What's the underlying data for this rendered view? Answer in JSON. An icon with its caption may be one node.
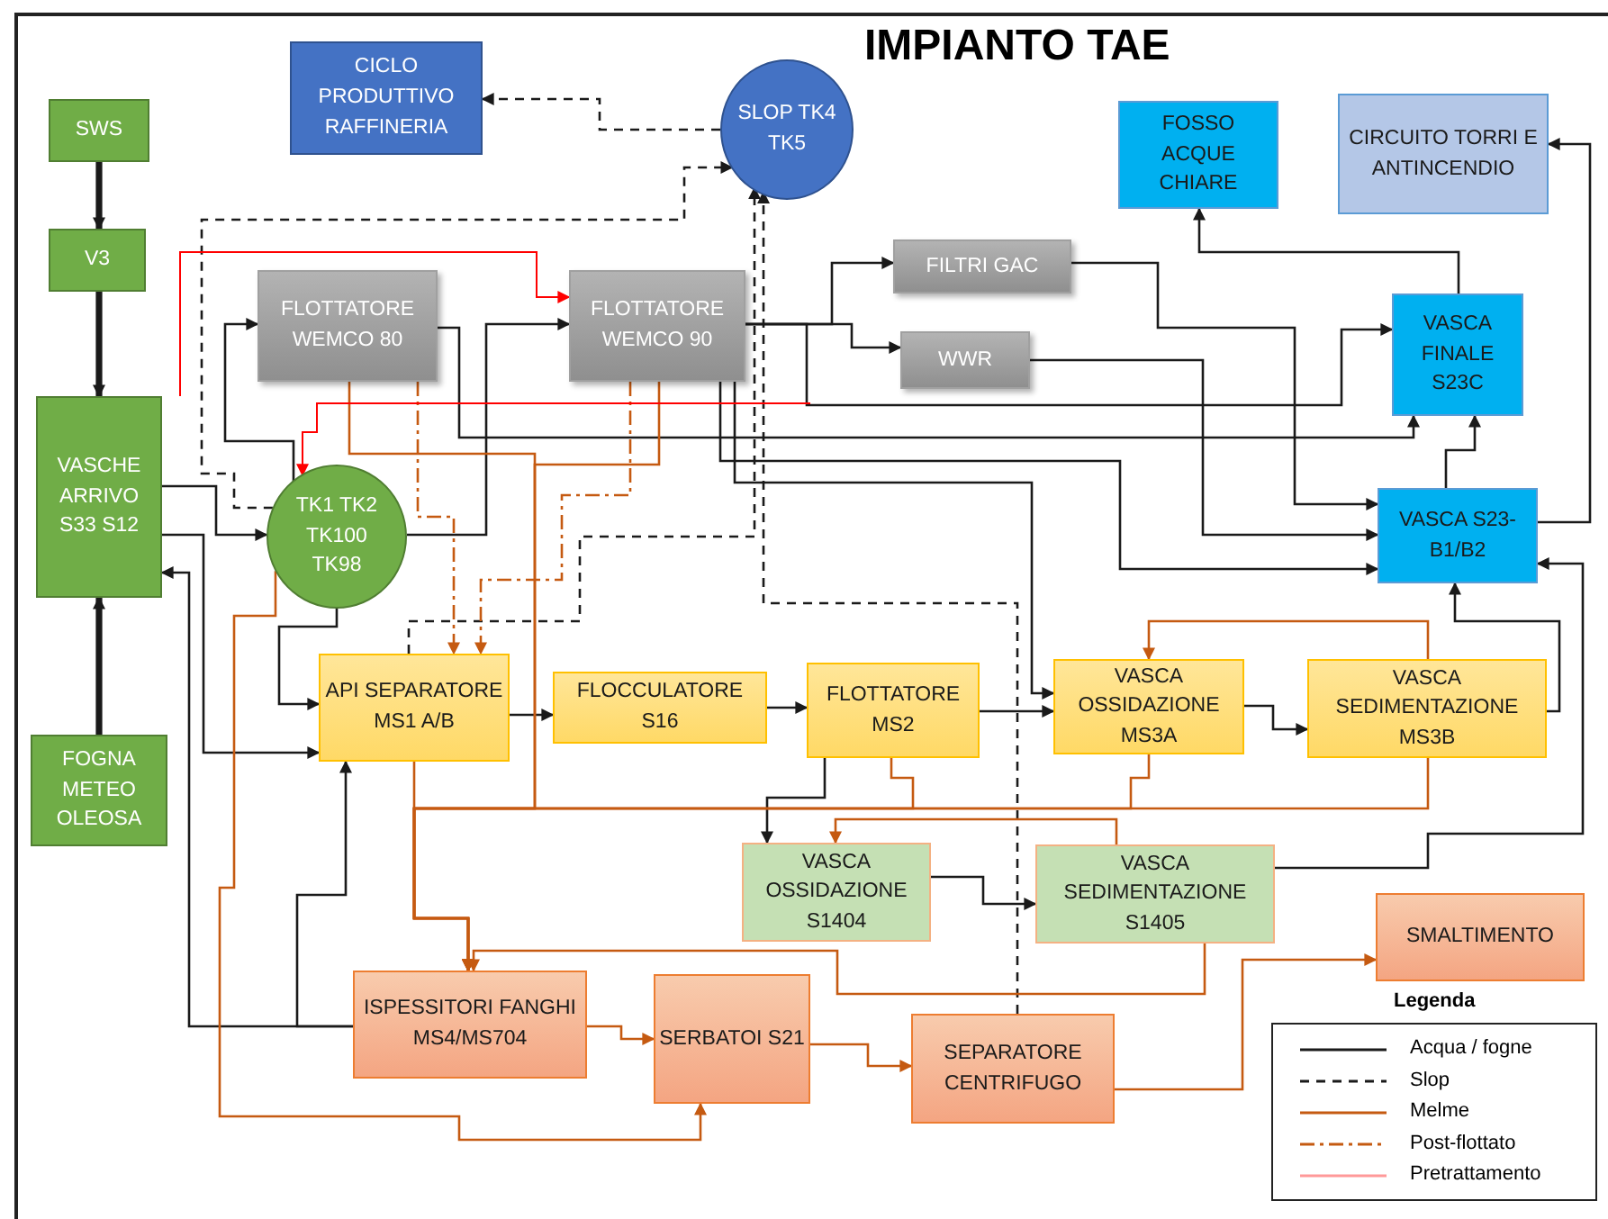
{
  "diagram": {
    "title": "IMPIANTO TAE",
    "nodes": [
      {
        "text": [
          "SWS"
        ]
      },
      {
        "text": [
          "V3"
        ]
      },
      {
        "text": [
          "VASCHE ARRIVO S33 S12"
        ]
      },
      {
        "text": [
          "FOGNA METEO OLEOSA"
        ]
      },
      {
        "text": [
          "CICLO PRODUTTIVO RAFFINERIA"
        ]
      },
      {
        "text": [
          "SLOP TK4 TK5"
        ]
      },
      {
        "text": [
          "FLOTTATORE WEMCO 80"
        ]
      },
      {
        "text": [
          "FLOTTATORE WEMCO 90"
        ]
      },
      {
        "text": [
          "TK1 TK2 TK100 TK98"
        ]
      },
      {
        "text": [
          "FILTRI GAC"
        ]
      },
      {
        "text": [
          "WWR"
        ]
      },
      {
        "text": [
          "FOSSO ACQUE CHIARE"
        ]
      },
      {
        "text": [
          "CIRCUITO TORRI E ANTINCENDIO"
        ]
      },
      {
        "text": [
          "VASCA FINALE S23C"
        ]
      },
      {
        "text": [
          "VASCA S23-B1/B2"
        ]
      },
      {
        "text": [
          "API SEPARATORE MS1 A/B"
        ]
      },
      {
        "text": [
          "FLOCCULATORE S16"
        ]
      },
      {
        "text": [
          "FLOTTATORE MS2"
        ]
      },
      {
        "text": [
          "VASCA OSSIDAZIONE MS3A"
        ]
      },
      {
        "text": [
          "VASCA SEDIMENTAZIONE MS3B"
        ]
      },
      {
        "text": [
          "VASCA OSSIDAZIONE S1404"
        ]
      },
      {
        "text": [
          "VASCA SEDIMENTAZIONE S1405"
        ]
      },
      {
        "text": [
          "SMALTIMENTO"
        ]
      },
      {
        "text": [
          "ISPESSITORI FANGHI MS4/MS704"
        ]
      },
      {
        "text": [
          "SERBATOI S21"
        ]
      },
      {
        "text": [
          "SEPARATORE CENTRIFUGO"
        ]
      }
    ],
    "edges": [
      {
        "from": 0,
        "to": 1,
        "arrow": "to",
        "style": "thick"
      },
      {
        "from": 1,
        "to": 2,
        "arrow": "to",
        "style": "thick"
      },
      {
        "from": 3,
        "to": 2,
        "arrow": "to",
        "style": "thick"
      },
      {
        "from": 5,
        "to": 4,
        "arrow": "to",
        "style": "dashed"
      },
      {
        "from": 8,
        "to": 5,
        "arrow": "to",
        "style": "dashed"
      },
      {
        "from": 15,
        "to": 5,
        "arrow": "to",
        "style": "dashed"
      },
      {
        "from": 25,
        "to": 5,
        "arrow": "to",
        "style": "dashed"
      },
      {
        "from": 2,
        "to": 8,
        "arrow": "to"
      },
      {
        "from": 8,
        "to": 6,
        "arrow": "to"
      },
      {
        "from": 8,
        "to": 7,
        "arrow": "to"
      },
      {
        "from": 6,
        "to": 13,
        "arrow": "to"
      },
      {
        "from": 7,
        "to": 9,
        "arrow": "to"
      },
      {
        "from": 7,
        "to": 10,
        "arrow": "to"
      },
      {
        "from": 7,
        "to": 13,
        "arrow": "to"
      },
      {
        "from": 9,
        "to": 14,
        "arrow": "to"
      },
      {
        "from": 10,
        "to": 14,
        "arrow": "to"
      },
      {
        "from": 7,
        "to": 14,
        "arrow": "to"
      },
      {
        "from": 7,
        "to": 18,
        "arrow": "to"
      },
      {
        "from": 8,
        "to": 15,
        "arrow": "to"
      },
      {
        "from": 2,
        "to": 15,
        "arrow": "to"
      },
      {
        "from": 23,
        "to": 15,
        "arrow": "to"
      },
      {
        "from": 23,
        "to": 2,
        "arrow": "to"
      },
      {
        "from": 15,
        "to": 16,
        "arrow": "to"
      },
      {
        "from": 16,
        "to": 17,
        "arrow": "to"
      },
      {
        "from": 17,
        "to": 18,
        "arrow": "to"
      },
      {
        "from": 18,
        "to": 19,
        "arrow": "to"
      },
      {
        "from": 20,
        "to": 21,
        "arrow": "to"
      },
      {
        "from": 19,
        "to": 14,
        "arrow": "to"
      },
      {
        "from": 21,
        "to": 14,
        "arrow": "to"
      },
      {
        "from": 17,
        "to": 20,
        "arrow": "to"
      },
      {
        "from": 14,
        "to": 12,
        "arrow": "to"
      },
      {
        "from": 13,
        "to": 11,
        "arrow": "to"
      },
      {
        "from": 14,
        "to": 13,
        "arrow": "to"
      },
      {
        "from": 15,
        "to": 23,
        "arrow": "to",
        "color": "#c55a11"
      },
      {
        "from": 6,
        "to": 23,
        "arrow": "to",
        "color": "#c55a11"
      },
      {
        "from": 7,
        "to": 23,
        "arrow": "to",
        "color": "#c55a11"
      },
      {
        "from": 17,
        "to": 23,
        "arrow": "to",
        "color": "#c55a11"
      },
      {
        "from": 18,
        "to": 23,
        "arrow": "to",
        "color": "#c55a11"
      },
      {
        "from": 19,
        "to": 23,
        "arrow": "to",
        "color": "#c55a11"
      },
      {
        "from": 21,
        "to": 20,
        "arrow": "to",
        "color": "#c55a11"
      },
      {
        "from": 21,
        "to": 23,
        "arrow": "to",
        "color": "#c55a11"
      },
      {
        "from": 19,
        "to": 18,
        "arrow": "to",
        "color": "#c55a11"
      },
      {
        "from": 23,
        "to": 24,
        "arrow": "to",
        "color": "#c55a11"
      },
      {
        "from": 24,
        "to": 25,
        "arrow": "to",
        "color": "#c55a11"
      },
      {
        "from": 25,
        "to": 22,
        "arrow": "to",
        "color": "#c55a11"
      },
      {
        "from": 8,
        "to": 24,
        "arrow": "to",
        "color": "#c55a11"
      },
      {
        "from": 6,
        "to": 15,
        "arrow": "to",
        "style": "dashed",
        "color": "#c55a11"
      },
      {
        "from": 7,
        "to": 15,
        "arrow": "to",
        "style": "dashed",
        "color": "#c55a11"
      },
      {
        "from": 2,
        "to": 7,
        "arrow": "to",
        "color": "#ff0000"
      },
      {
        "from": null,
        "to": 8,
        "arrow": "to",
        "color": "#ff0000"
      }
    ],
    "labels": [
      "Legenda"
    ],
    "legend": [
      {
        "text": "Acqua / fogne"
      },
      {
        "text": "Slop"
      },
      {
        "text": "Melme"
      },
      {
        "text": "Post-flottato"
      },
      {
        "text": "Pretrattamento"
      }
    ]
  }
}
